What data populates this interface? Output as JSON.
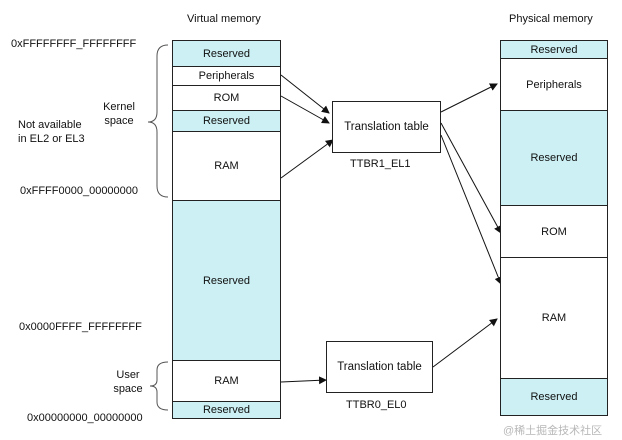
{
  "headers": {
    "virtual": "Virtual memory",
    "physical": "Physical memory"
  },
  "addresses": {
    "top": "0xFFFFFFFF_FFFFFFFF",
    "kernel_base": "0xFFFF0000_00000000",
    "user_top": "0x0000FFFF_FFFFFFFF",
    "bottom": "0x00000000_00000000"
  },
  "notes": {
    "not_available_line1": "Not available",
    "not_available_line2": "in EL2 or EL3",
    "kernel_line1": "Kernel",
    "kernel_line2": "space",
    "user_line1": "User",
    "user_line2": "space"
  },
  "virtual_regions": [
    {
      "label": "Reserved",
      "color": "#ccf0f4"
    },
    {
      "label": "Peripherals",
      "color": "#ffffff"
    },
    {
      "label": "ROM",
      "color": "#ffffff"
    },
    {
      "label": "Reserved",
      "color": "#ccf0f4"
    },
    {
      "label": "RAM",
      "color": "#ffffff"
    },
    {
      "label": "Reserved",
      "color": "#ccf0f4"
    },
    {
      "label": "RAM",
      "color": "#ffffff"
    },
    {
      "label": "Reserved",
      "color": "#ccf0f4"
    }
  ],
  "physical_regions": [
    {
      "label": "Reserved",
      "color": "#ccf0f4"
    },
    {
      "label": "Peripherals",
      "color": "#ffffff"
    },
    {
      "label": "Reserved",
      "color": "#ccf0f4"
    },
    {
      "label": "ROM",
      "color": "#ffffff"
    },
    {
      "label": "RAM",
      "color": "#ffffff"
    },
    {
      "label": "Reserved",
      "color": "#ccf0f4"
    }
  ],
  "translation": {
    "el1_label": "Translation table",
    "el1_register": "TTBR1_EL1",
    "el0_label": "Translation table",
    "el0_register": "TTBR0_EL0"
  },
  "watermark": "@稀土掘金技术社区"
}
